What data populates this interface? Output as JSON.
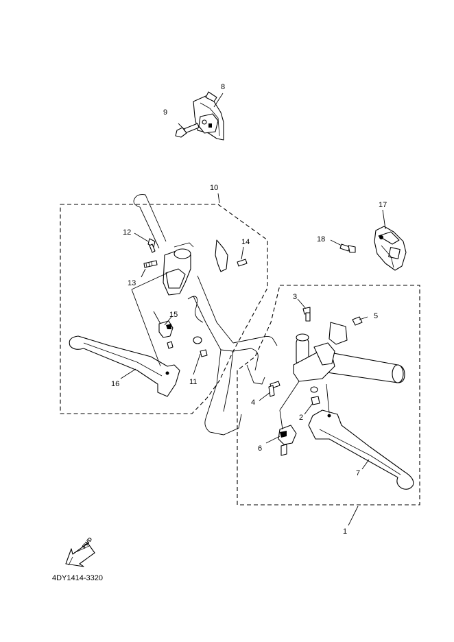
{
  "callouts": [
    {
      "id": "c1",
      "label": "1"
    },
    {
      "id": "c2",
      "label": "2"
    },
    {
      "id": "c3",
      "label": "3"
    },
    {
      "id": "c4",
      "label": "4"
    },
    {
      "id": "c5",
      "label": "5"
    },
    {
      "id": "c6",
      "label": "6"
    },
    {
      "id": "c7",
      "label": "7"
    },
    {
      "id": "c8",
      "label": "8"
    },
    {
      "id": "c9",
      "label": "9"
    },
    {
      "id": "c10",
      "label": "10"
    },
    {
      "id": "c11",
      "label": "11"
    },
    {
      "id": "c12",
      "label": "12"
    },
    {
      "id": "c13",
      "label": "13"
    },
    {
      "id": "c14",
      "label": "14"
    },
    {
      "id": "c15",
      "label": "15"
    },
    {
      "id": "c16",
      "label": "16"
    },
    {
      "id": "c17",
      "label": "17"
    },
    {
      "id": "c18",
      "label": "18"
    }
  ],
  "fwd_label": "FWD",
  "reference_code": "4DY1414-3320"
}
